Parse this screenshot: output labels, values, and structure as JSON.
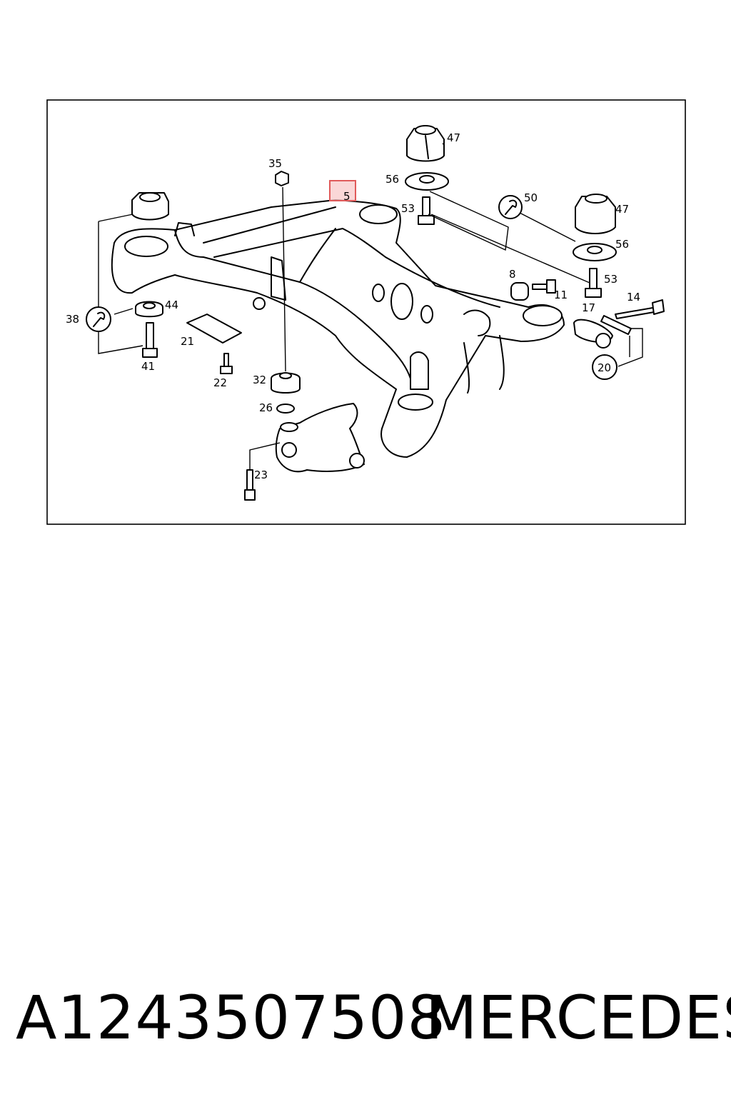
{
  "diagram": {
    "labels": {
      "l35": "35",
      "l5": "5",
      "l47a": "47",
      "l56a": "56",
      "l53a": "53",
      "l50": "50",
      "l47b": "47",
      "l56b": "56",
      "l53b": "53",
      "l8": "8",
      "l11": "11",
      "l17": "17",
      "l14": "14",
      "l20": "20",
      "l38": "38",
      "l44": "44",
      "l41": "41",
      "l21": "21",
      "l22": "22",
      "l32": "32",
      "l26": "26",
      "l23": "23"
    },
    "highlight_color": "#f28a8a"
  },
  "caption": {
    "part_number": "A1243507508",
    "brand": "MERCEDES"
  }
}
